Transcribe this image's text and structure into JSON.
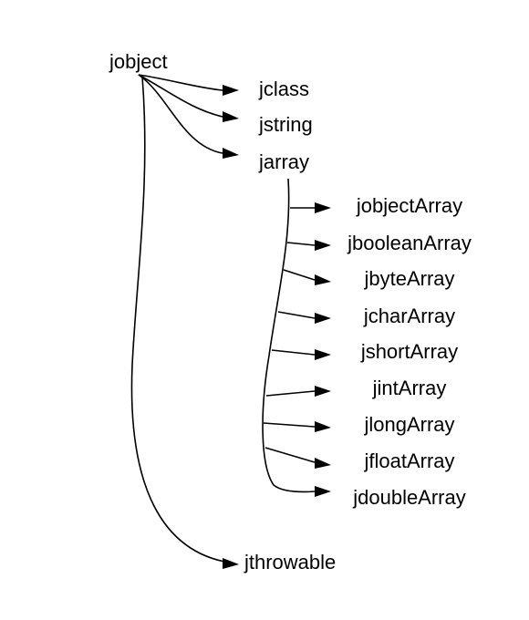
{
  "diagram": {
    "root": "jobject",
    "children": [
      "jclass",
      "jstring",
      "jarray",
      "jthrowable"
    ],
    "array_parent": "jarray",
    "array_types": [
      "jobjectArray",
      "jbooleanArray",
      "jbyteArray",
      "jcharArray",
      "jshortArray",
      "jintArray",
      "jlongArray",
      "jfloatArray",
      "jdoubleArray"
    ]
  },
  "colors": {
    "line": "#000000",
    "text": "#000000",
    "background": "#ffffff"
  }
}
